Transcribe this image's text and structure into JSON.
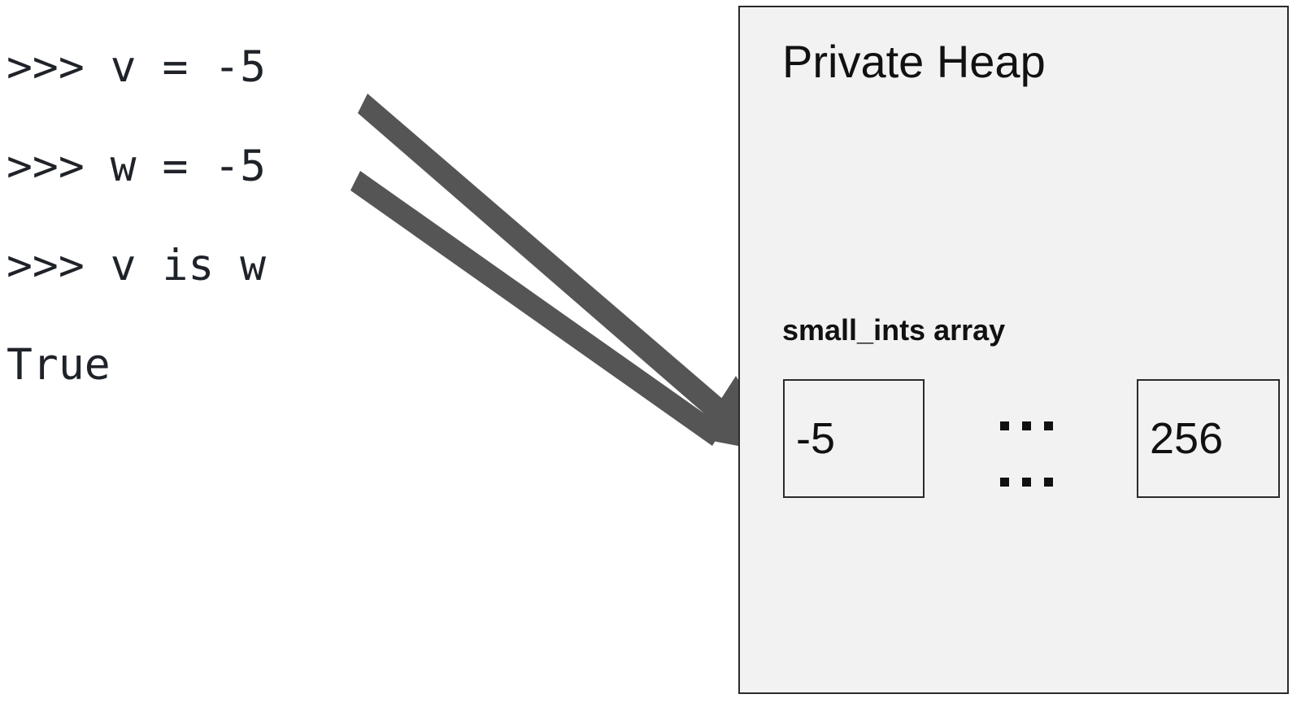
{
  "code": {
    "lines": [
      ">>> v = -5",
      ">>> w = -5",
      ">>> v is w",
      "True"
    ]
  },
  "heap": {
    "title": "Private Heap",
    "array_label": "small_ints array",
    "cells": [
      {
        "value": "-5"
      },
      {
        "value": "256"
      }
    ],
    "ellipsis_glyph": "...",
    "fill_color": "#f2f2f2",
    "border_color": "#2b2b2b"
  },
  "arrows": {
    "color": "#555555",
    "count": 2,
    "description": "two reference arrows pointing from v and w to the small_ints array cell -5"
  }
}
